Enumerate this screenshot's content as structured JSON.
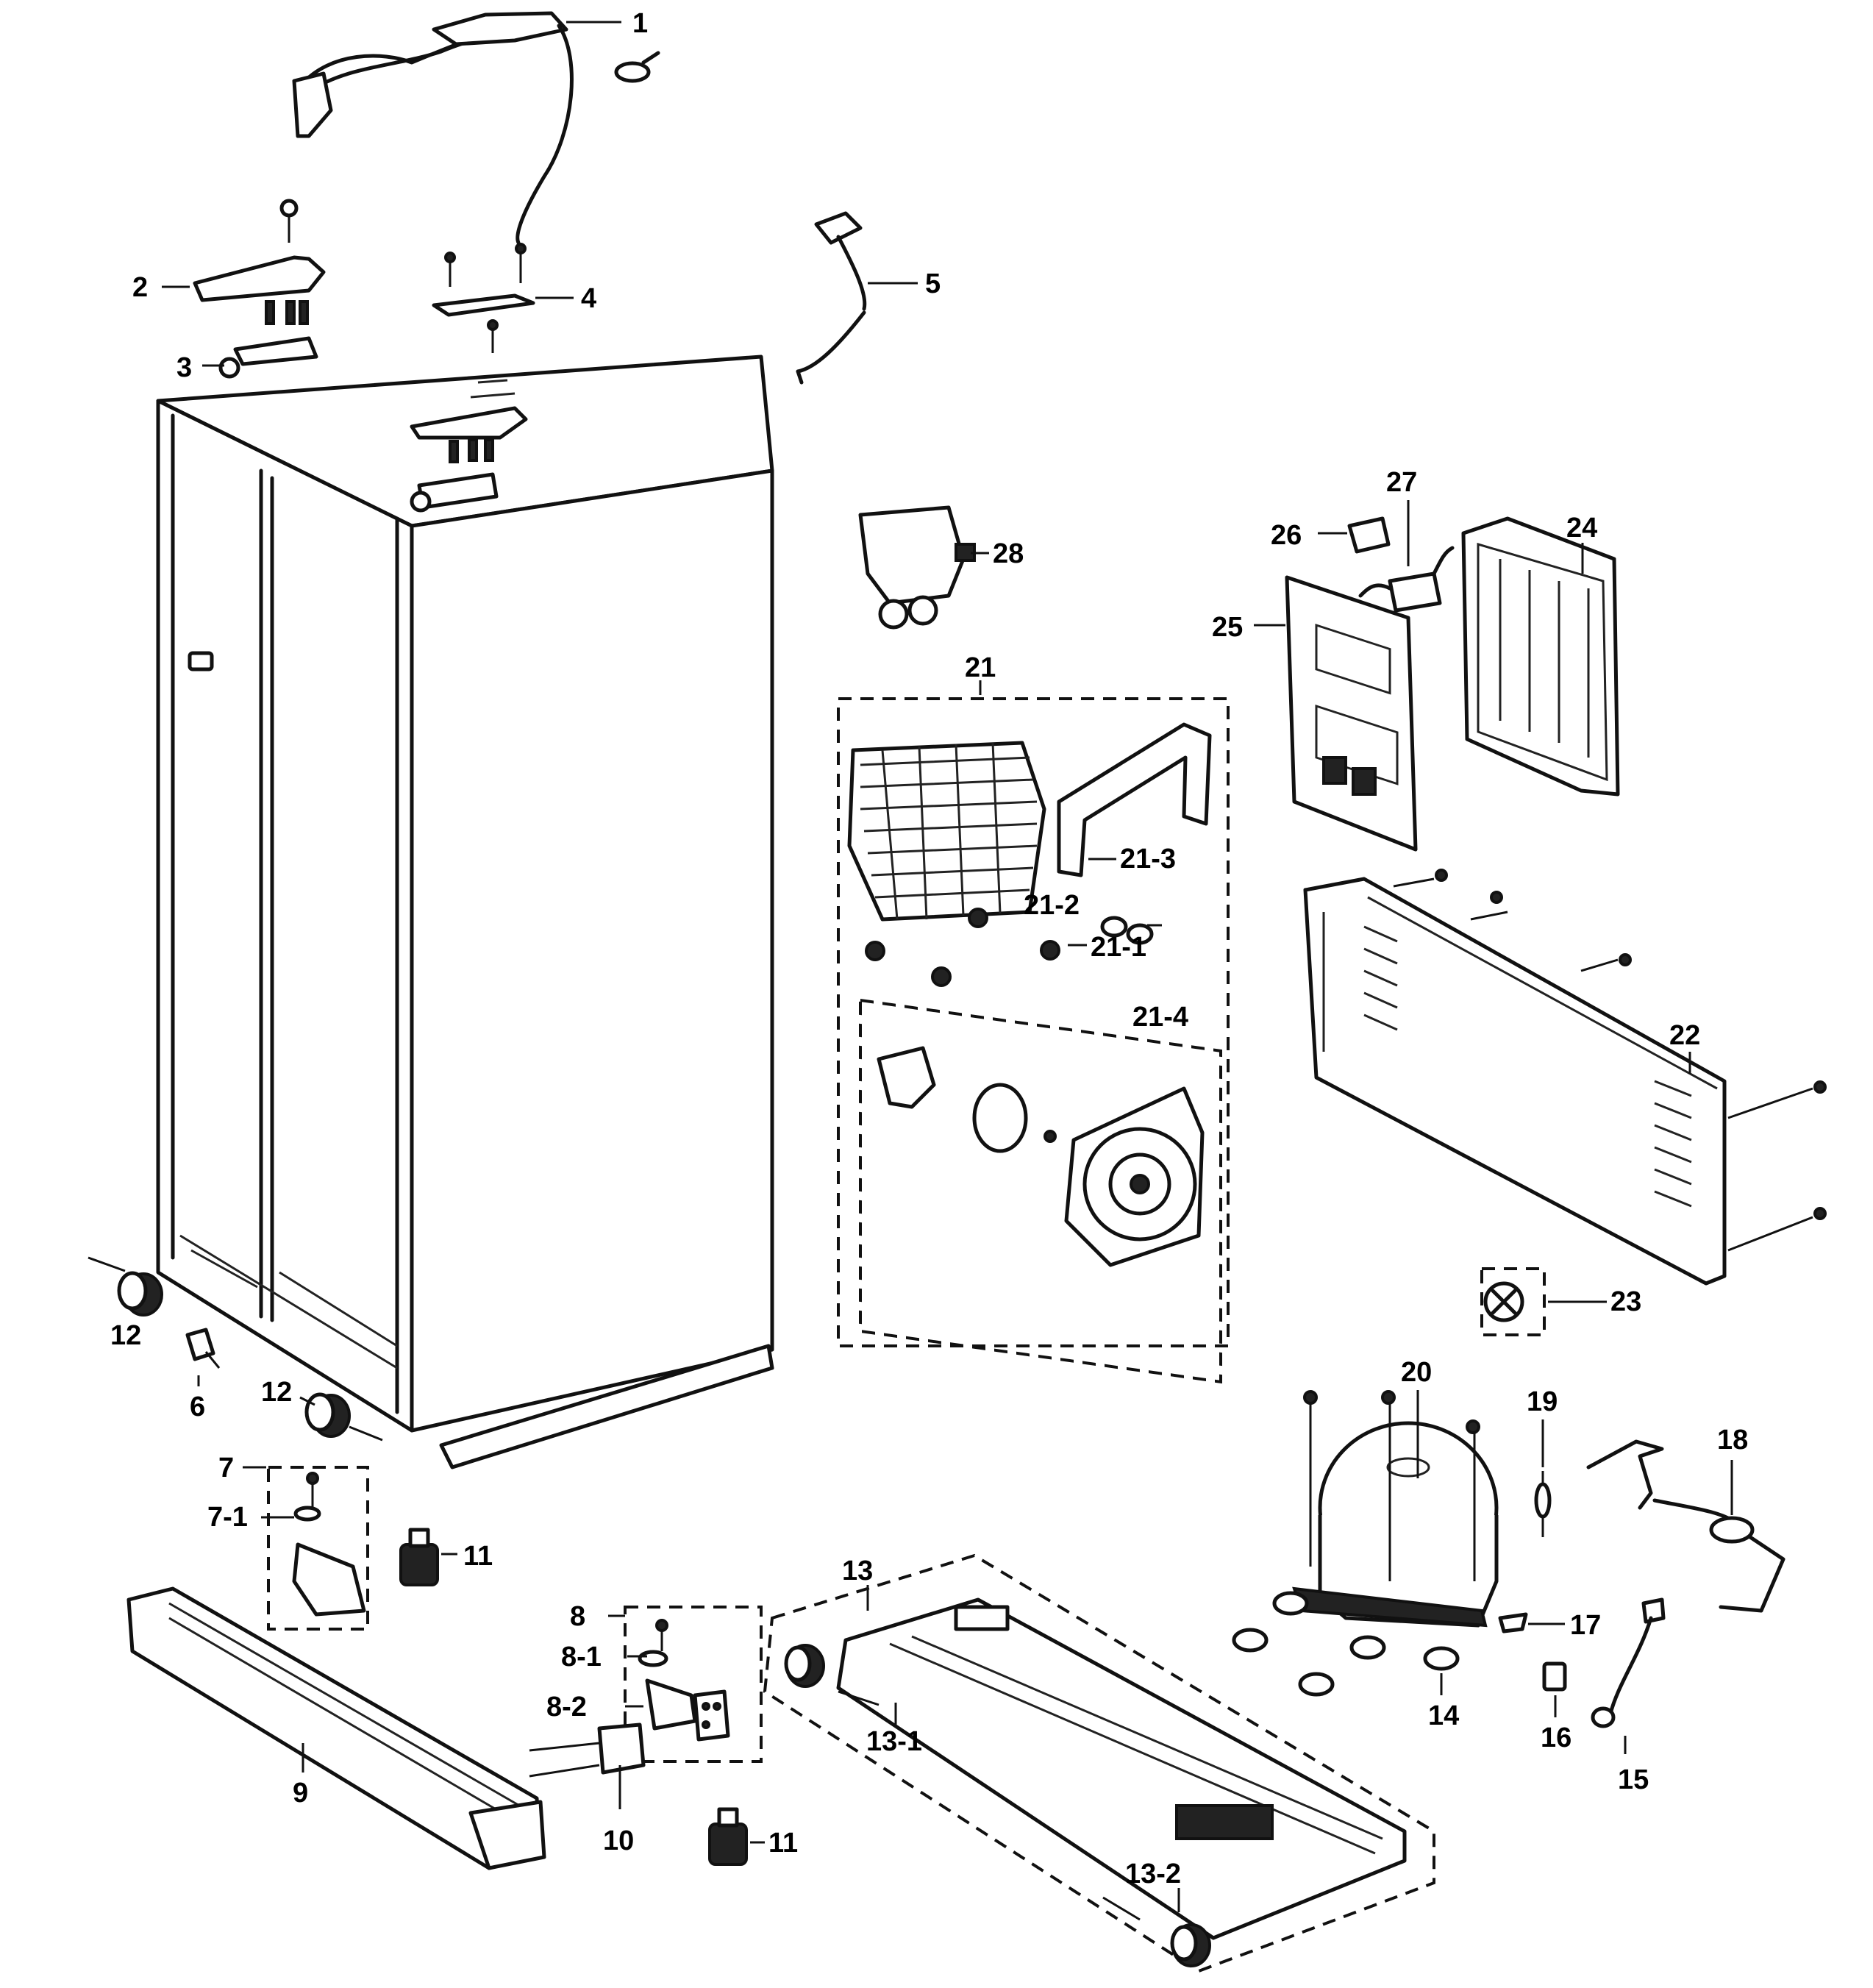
{
  "labels": {
    "p1": "1",
    "p2": "2",
    "p3": "3",
    "p4": "4",
    "p5": "5",
    "p6": "6",
    "p7": "7",
    "p7_1": "7-1",
    "p8": "8",
    "p8_1": "8-1",
    "p8_2": "8-2",
    "p9": "9",
    "p10": "10",
    "p11a": "11",
    "p11b": "11",
    "p12a": "12",
    "p12b": "12",
    "p13": "13",
    "p13_1": "13-1",
    "p13_2": "13-2",
    "p14": "14",
    "p15": "15",
    "p16": "16",
    "p17": "17",
    "p18": "18",
    "p19": "19",
    "p20": "20",
    "p21": "21",
    "p21_1": "21-1",
    "p21_2": "21-2",
    "p21_3": "21-3",
    "p21_4": "21-4",
    "p22": "22",
    "p23": "23",
    "p24": "24",
    "p25": "25",
    "p26": "26",
    "p27": "27",
    "p28": "28"
  }
}
